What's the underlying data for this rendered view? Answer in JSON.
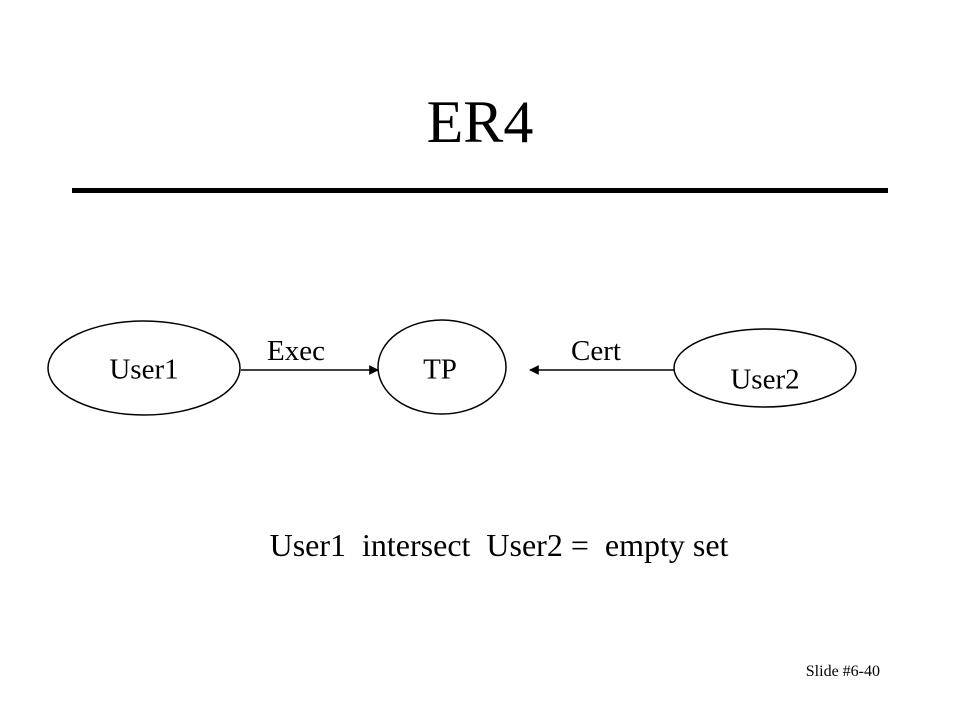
{
  "slide": {
    "title": "ER4",
    "statement": {
      "part1": "User1",
      "part2": "intersect",
      "part3": "User2 =",
      "part4": "empty set"
    },
    "footer": "Slide #6-40"
  },
  "diagram": {
    "nodes": [
      {
        "id": "user1",
        "label": "User1"
      },
      {
        "id": "tp",
        "label": "TP"
      },
      {
        "id": "user2",
        "label": "User2"
      }
    ],
    "edges": [
      {
        "from": "user1",
        "to": "tp",
        "label": "Exec"
      },
      {
        "from": "user2",
        "to": "tp",
        "label": "Cert"
      }
    ]
  }
}
